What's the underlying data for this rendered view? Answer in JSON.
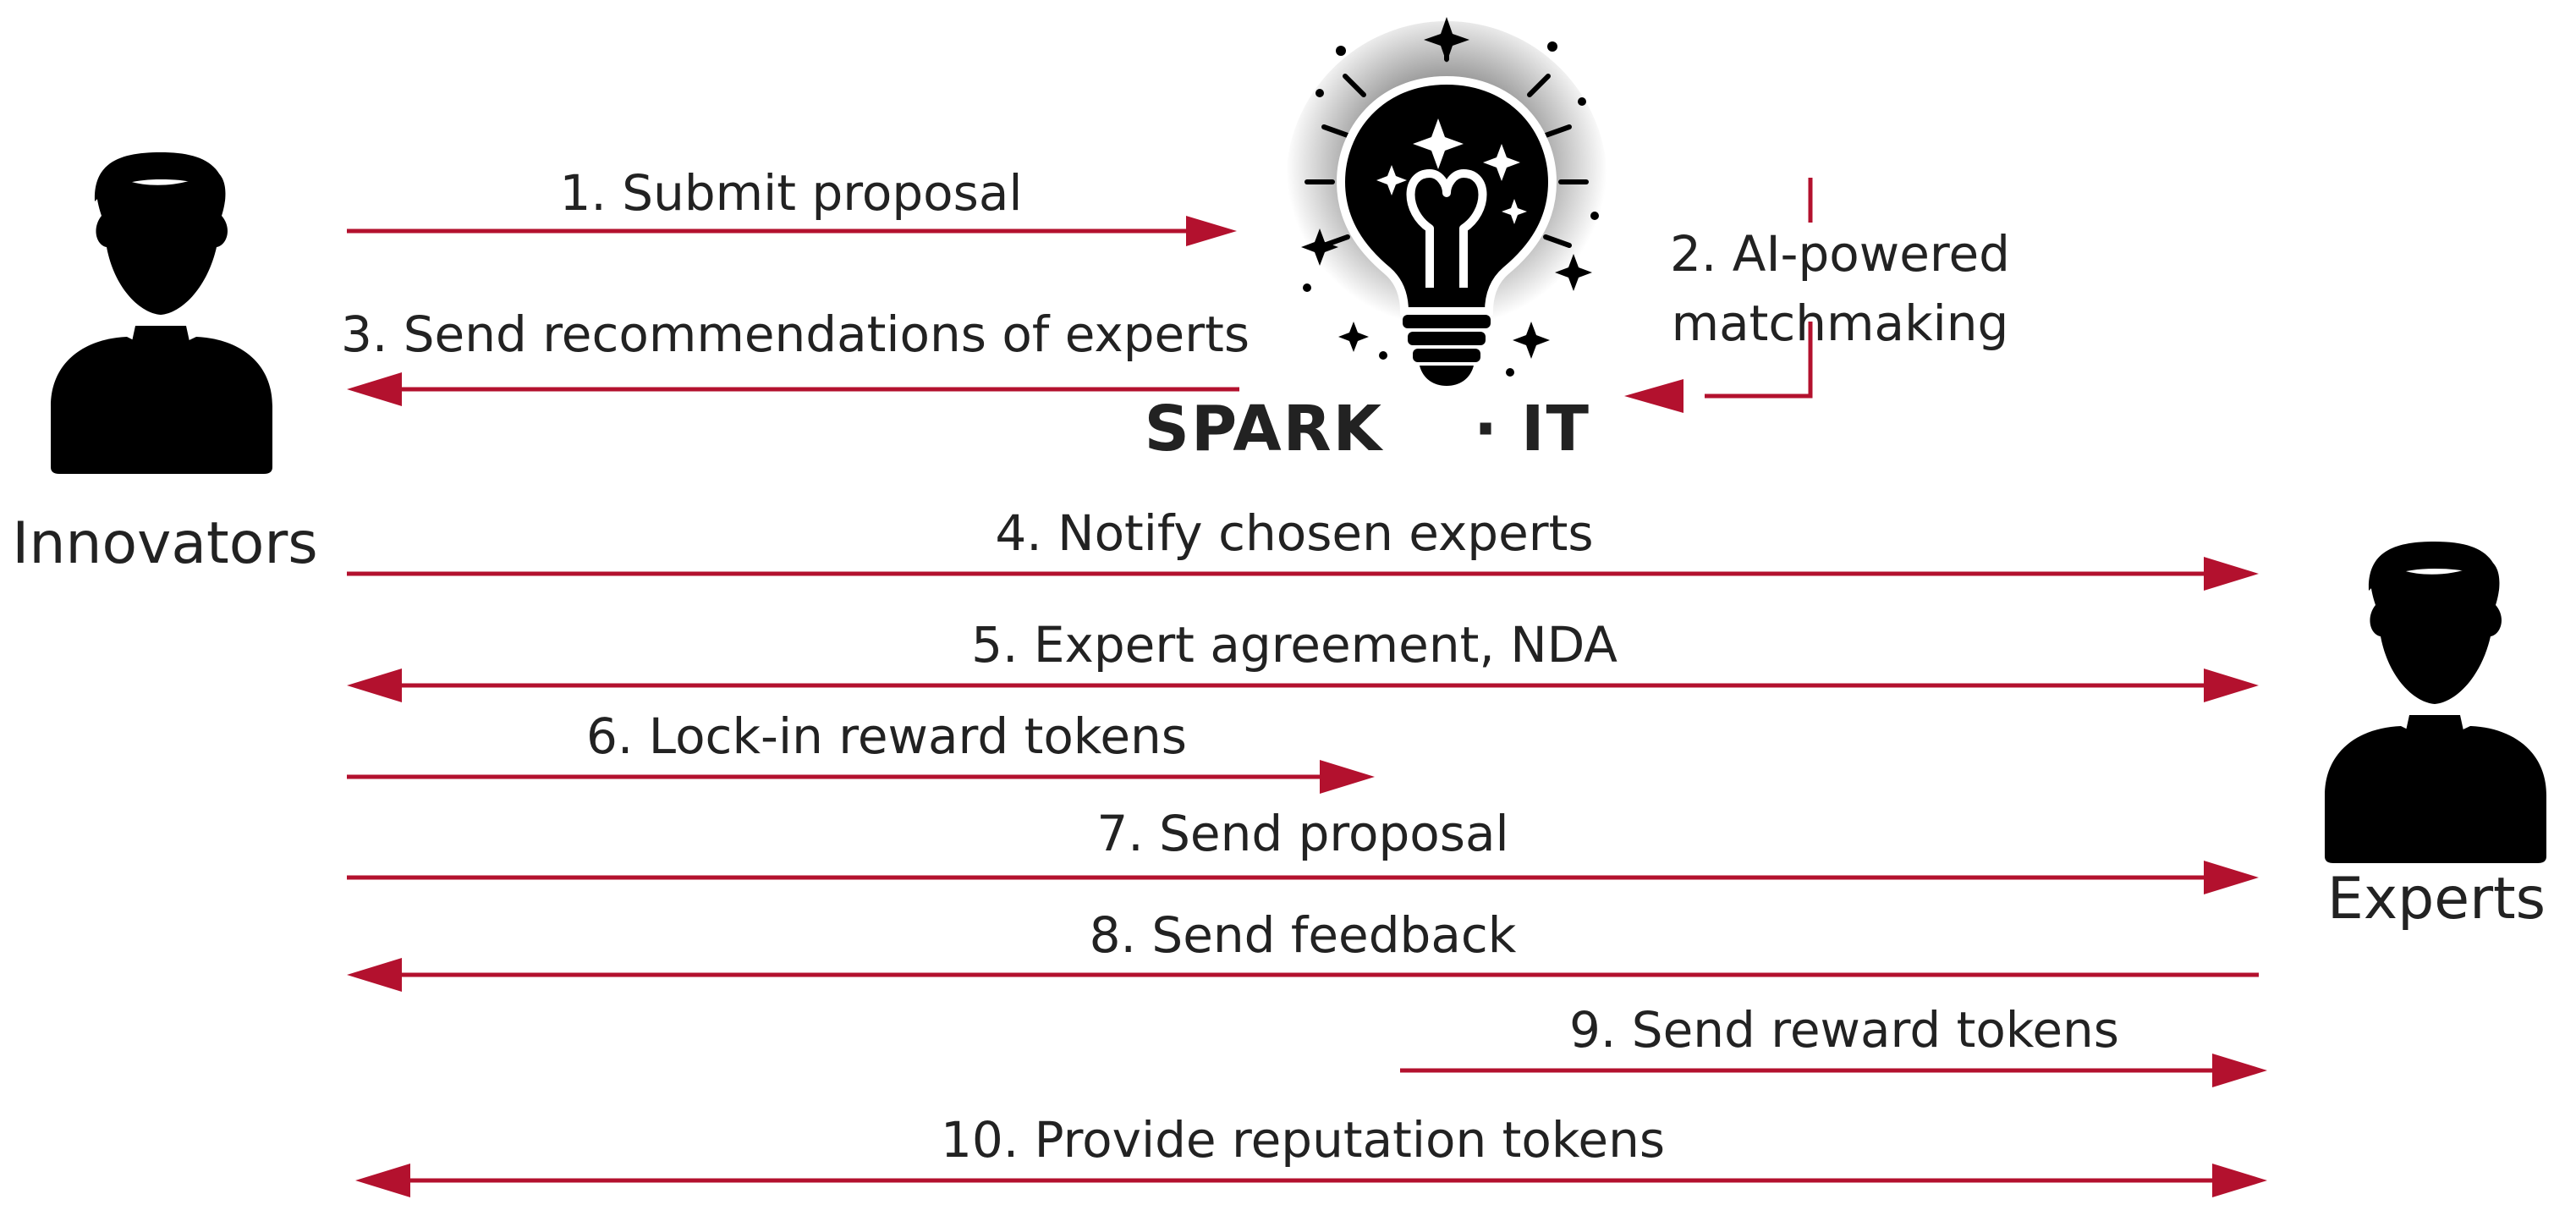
{
  "actors": {
    "innovators": "Innovators",
    "experts": "Experts"
  },
  "platform": {
    "name_left": "SPARK",
    "separator": "·",
    "name_right": "IT",
    "icon": "lightbulb-icon"
  },
  "steps": {
    "s1": "1. Submit proposal",
    "s2_line1": "2. AI-powered",
    "s2_line2": "matchmaking",
    "s3": "3. Send recommendations of experts",
    "s4": "4. Notify chosen experts",
    "s5": "5. Expert agreement, NDA",
    "s6": "6. Lock-in reward tokens",
    "s7": "7. Send proposal",
    "s8": "8. Send feedback",
    "s9": "9. Send reward tokens",
    "s10": "10. Provide reputation tokens"
  },
  "colors": {
    "arrow": "#b3112e",
    "text": "#222222",
    "silhouette": "#000000"
  }
}
